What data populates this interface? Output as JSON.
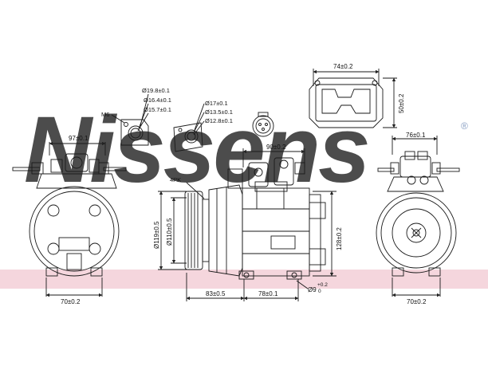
{
  "brand": {
    "watermark": "Nissens",
    "registered_mark": "®",
    "watermark_color": "#b9c7de",
    "band_color": "#f5d6dd"
  },
  "drawing": {
    "line_color": "#1a1a1a",
    "dim_color": "#222222"
  },
  "connector": {
    "width": "74±0.2",
    "height": "50±0.2"
  },
  "ports": {
    "m6": "M6",
    "port_a": [
      "Ø19.8±0.1",
      "Ø16.4±0.1",
      "Ø15.7±0.1"
    ],
    "port_b": [
      "Ø17±0.1",
      "Ø13.5±0.1",
      "Ø12.8±0.1"
    ]
  },
  "left_view": {
    "top_width": "97±0.1",
    "bottom_width": "70±0.2"
  },
  "side_view": {
    "belt": "4PK",
    "pulley_dia": "Ø119±0.5",
    "body_dia": "Ø110±0.5",
    "top_length": "90±0.2",
    "height": "128±0.2",
    "length_a": "83±0.5",
    "length_b": "78±0.1",
    "mount_hole": "Ø9",
    "mount_tol": "+0.2",
    "mount_tol_low": "0"
  },
  "right_view": {
    "top_width": "76±0.1",
    "bottom_width": "70±0.2"
  }
}
